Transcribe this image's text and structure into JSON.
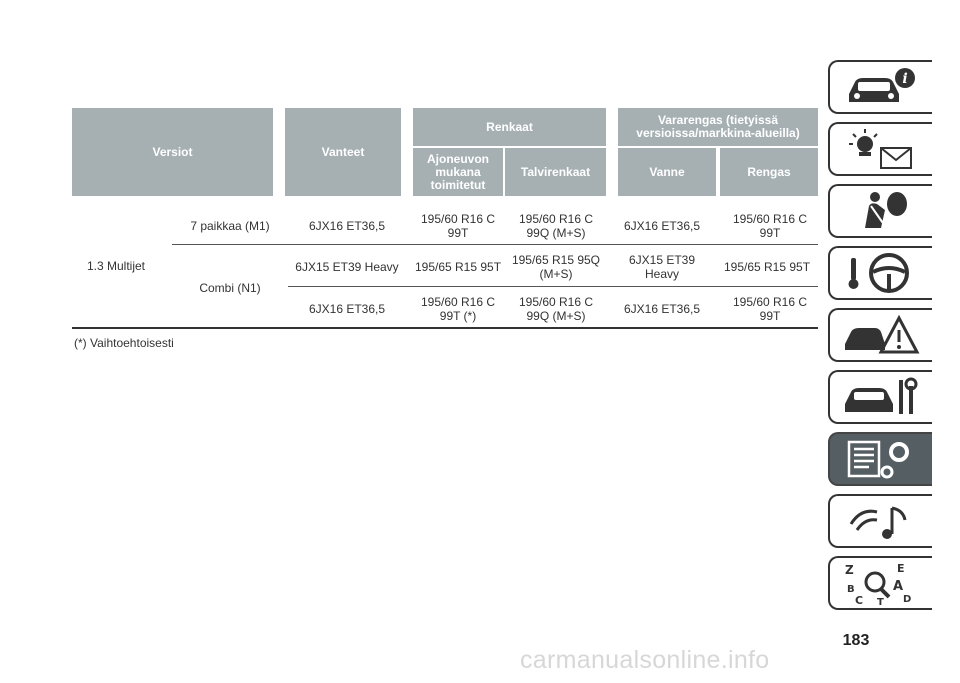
{
  "table": {
    "headers": {
      "versions": "Versiot",
      "rims": "Vanteet",
      "tyres": "Renkaat",
      "spare": "Vararengas (tietyissä versioissa/markkina-alueilla)",
      "supplied": "Ajoneuvon mukana toimitetut",
      "winter": "Talvirenkaat",
      "spare_rim": "Vanne",
      "spare_tyre": "Rengas"
    },
    "engine": "1.3 Multijet",
    "rows": [
      {
        "variant": "7 paikkaa (M1)",
        "rim": "6JX16 ET36,5",
        "supplied": "195/60 R16 C 99T",
        "winter": "195/60 R16 C 99Q (M+S)",
        "spare_rim": "6JX16 ET36,5",
        "spare_tyre": "195/60 R16 C 99T"
      },
      {
        "variant": "Combi (N1)",
        "rim": "6JX15 ET39 Heavy",
        "supplied": "195/65 R15 95T",
        "winter": "195/65 R15 95Q (M+S)",
        "spare_rim": "6JX15 ET39 Heavy",
        "spare_tyre": "195/65 R15 95T"
      },
      {
        "variant": "",
        "rim": "6JX16 ET36,5",
        "supplied": "195/60 R16 C 99T (*)",
        "winter": "195/60 R16 C 99Q (M+S)",
        "spare_rim": "6JX16 ET36,5",
        "spare_tyre": "195/60 R16 C 99T"
      }
    ],
    "footnote": "(*) Vaihtoehtoisesti"
  },
  "side_tabs": [
    {
      "icon": "car-info-icon"
    },
    {
      "icon": "dashboard-lights-message-icon"
    },
    {
      "icon": "airbag-seatbelt-icon"
    },
    {
      "icon": "steering-wheel-key-icon"
    },
    {
      "icon": "breakdown-warning-triangle-icon"
    },
    {
      "icon": "car-maintenance-tools-icon"
    },
    {
      "icon": "technical-data-gears-icon",
      "active": true
    },
    {
      "icon": "multimedia-music-icon"
    },
    {
      "icon": "alphabetical-index-search-icon"
    }
  ],
  "page_number": "183",
  "watermark": "carmanualsonline.info",
  "colors": {
    "header_bg": "#a6b0b3",
    "active_tab": "#555e62",
    "text": "#333333"
  }
}
